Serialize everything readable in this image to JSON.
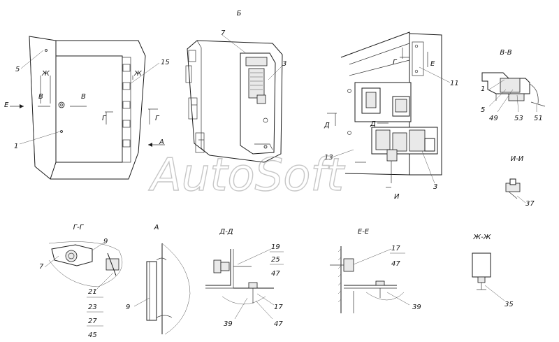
{
  "watermark": "AutoSoft",
  "views": {
    "b": "Б",
    "vv": "В-В",
    "ii": "И-И",
    "gg": "Г-Г",
    "a": "А",
    "dd": "Д-Д",
    "ee": "Е-Е",
    "zhzh": "Ж-Ж"
  },
  "markers": {
    "e_left": "Е",
    "v_left": "В",
    "v_right": "В",
    "zh_left": "Ж",
    "zh_right": "Ж",
    "g_left": "Г",
    "g_right": "Г",
    "a_arrow": "А",
    "g_top": "Г",
    "e_top": "Е",
    "d_left": "Д",
    "d_mid": "Д",
    "i_bottom": "И"
  },
  "callouts": {
    "c5_main": "5",
    "c1_main": "1",
    "c15": "15",
    "c7_b": "7",
    "c3_b": "3",
    "c11": "11",
    "c13": "13",
    "c3_r": "3",
    "c1_vv": "1",
    "c5_vv": "5",
    "c49": "49",
    "c53": "53",
    "c51": "51",
    "c37": "37",
    "c9_gg": "9",
    "c7_gg": "7",
    "c21": "21",
    "c23": "23",
    "c27": "27",
    "c45": "45",
    "c9_a": "9",
    "c19": "19",
    "c25": "25",
    "c47_dd": "47",
    "c17_dd": "17",
    "c39_dd": "39",
    "c47_dd2": "47",
    "c17_ee": "17",
    "c47_ee": "47",
    "c39_ee": "39",
    "c35": "35"
  }
}
